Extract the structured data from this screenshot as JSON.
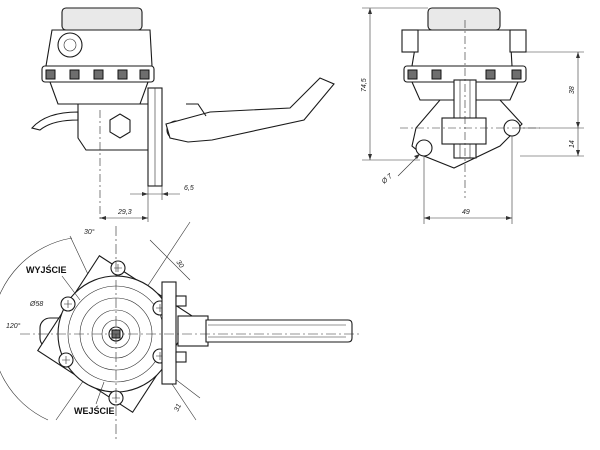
{
  "labels": {
    "outlet": "WYJŚCIE",
    "inlet": "WEJŚCIE"
  },
  "dimensions": {
    "d_6_5": "6,5",
    "d_29_3": "29,3",
    "d_74_5": "74,5",
    "d_38": "38",
    "d_14": "14",
    "d_49": "49",
    "d_hole7": "Ø 7",
    "d_58": "Ø58",
    "d_30_angle": "30°",
    "d_30_len": "30",
    "d_31": "31",
    "d_120": "120°"
  }
}
